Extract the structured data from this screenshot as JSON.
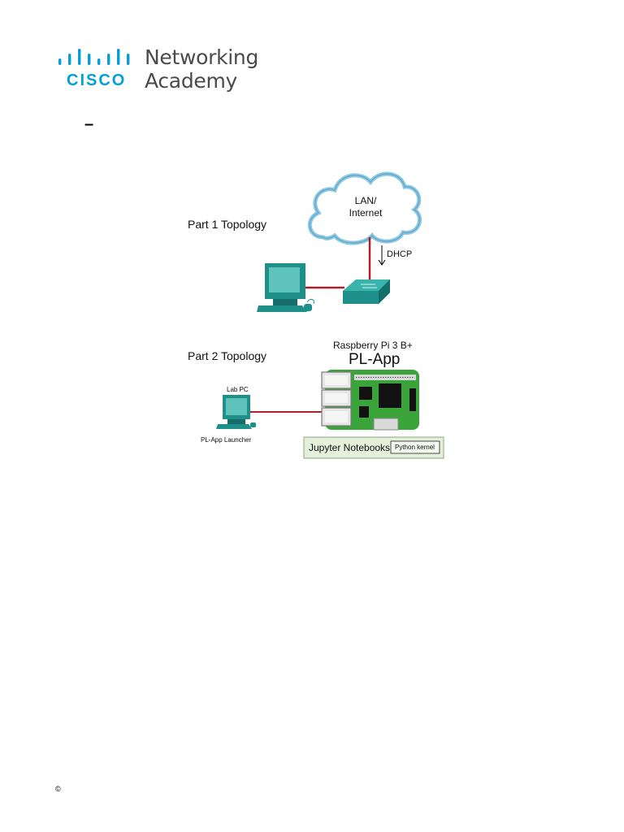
{
  "logo": {
    "wordmark": "CISCO",
    "line1": "Networking",
    "line2": "Academy"
  },
  "doc": {
    "title_dash": "–"
  },
  "diagram": {
    "part1_label": "Part 1 Topology",
    "cloud_label_line1": "LAN/",
    "cloud_label_line2": "Internet",
    "dhcp_label": "DHCP",
    "part2_label": "Part 2 Topology",
    "rpi_label": "Raspberry Pi 3 B+",
    "plapp_label": "PL-App",
    "labpc_label": "Lab PC",
    "launcher_label": "PL-App Launcher",
    "jupyter_label": "Jupyter Notebooks",
    "kernel_label": "Python kernel"
  },
  "footer": {
    "copyright_symbol": "©"
  },
  "colors": {
    "cisco_blue": "#049fd9",
    "device_teal": "#1f8f8a",
    "link_red": "#b0202a",
    "board_green": "#3aa33a",
    "jupyter_bg": "#e4f0da"
  }
}
